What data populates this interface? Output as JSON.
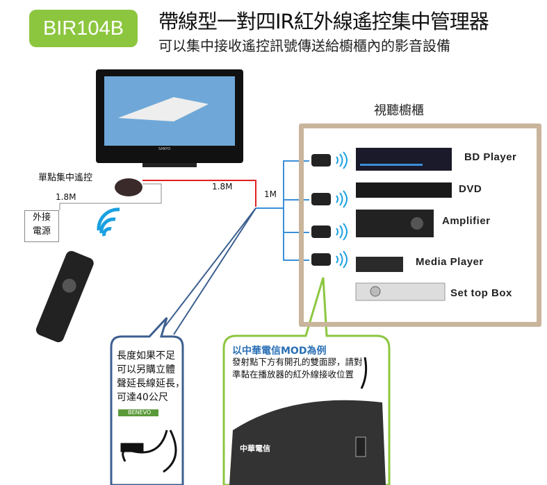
{
  "header": {
    "model": "BIR104B",
    "title": "帶線型一對四IR紅外線遙控集中管理器",
    "subtitle": "可以集中接收遙控訊號傳送給櫥櫃內的影音設備"
  },
  "left": {
    "receiver_label": "單點集中遙控",
    "cable1": "1.8M",
    "power_label": "外接\n電源",
    "cable2": "1.8M",
    "cable3": "1M",
    "tv_brand": "SANYO"
  },
  "cabinet": {
    "title": "視聽櫥櫃",
    "devices": [
      "BD Player",
      "DVD",
      "Amplifier",
      "Media Player",
      "Set top Box"
    ]
  },
  "callout_extension": {
    "text": [
      "長度如果不足",
      "可以另購立體",
      "聲延長線延長，",
      "可達40公尺"
    ],
    "brand": "BENEVO"
  },
  "callout_mod": {
    "title": "以中華電信MOD為例",
    "text": [
      "發射點下方有開孔的雙面膠，請對",
      "準黏在播放器的紅外線接收位置"
    ],
    "device_label": "中華電信"
  },
  "colors": {
    "badge": "#8cc63f",
    "cable": "#e02020",
    "split": "#3a8fd8",
    "cabinet_border": "#c9b59c",
    "bubble_blue": "#3c5f8f",
    "bubble_green": "#8cc63f",
    "mod_title": "#2a6fb5"
  }
}
